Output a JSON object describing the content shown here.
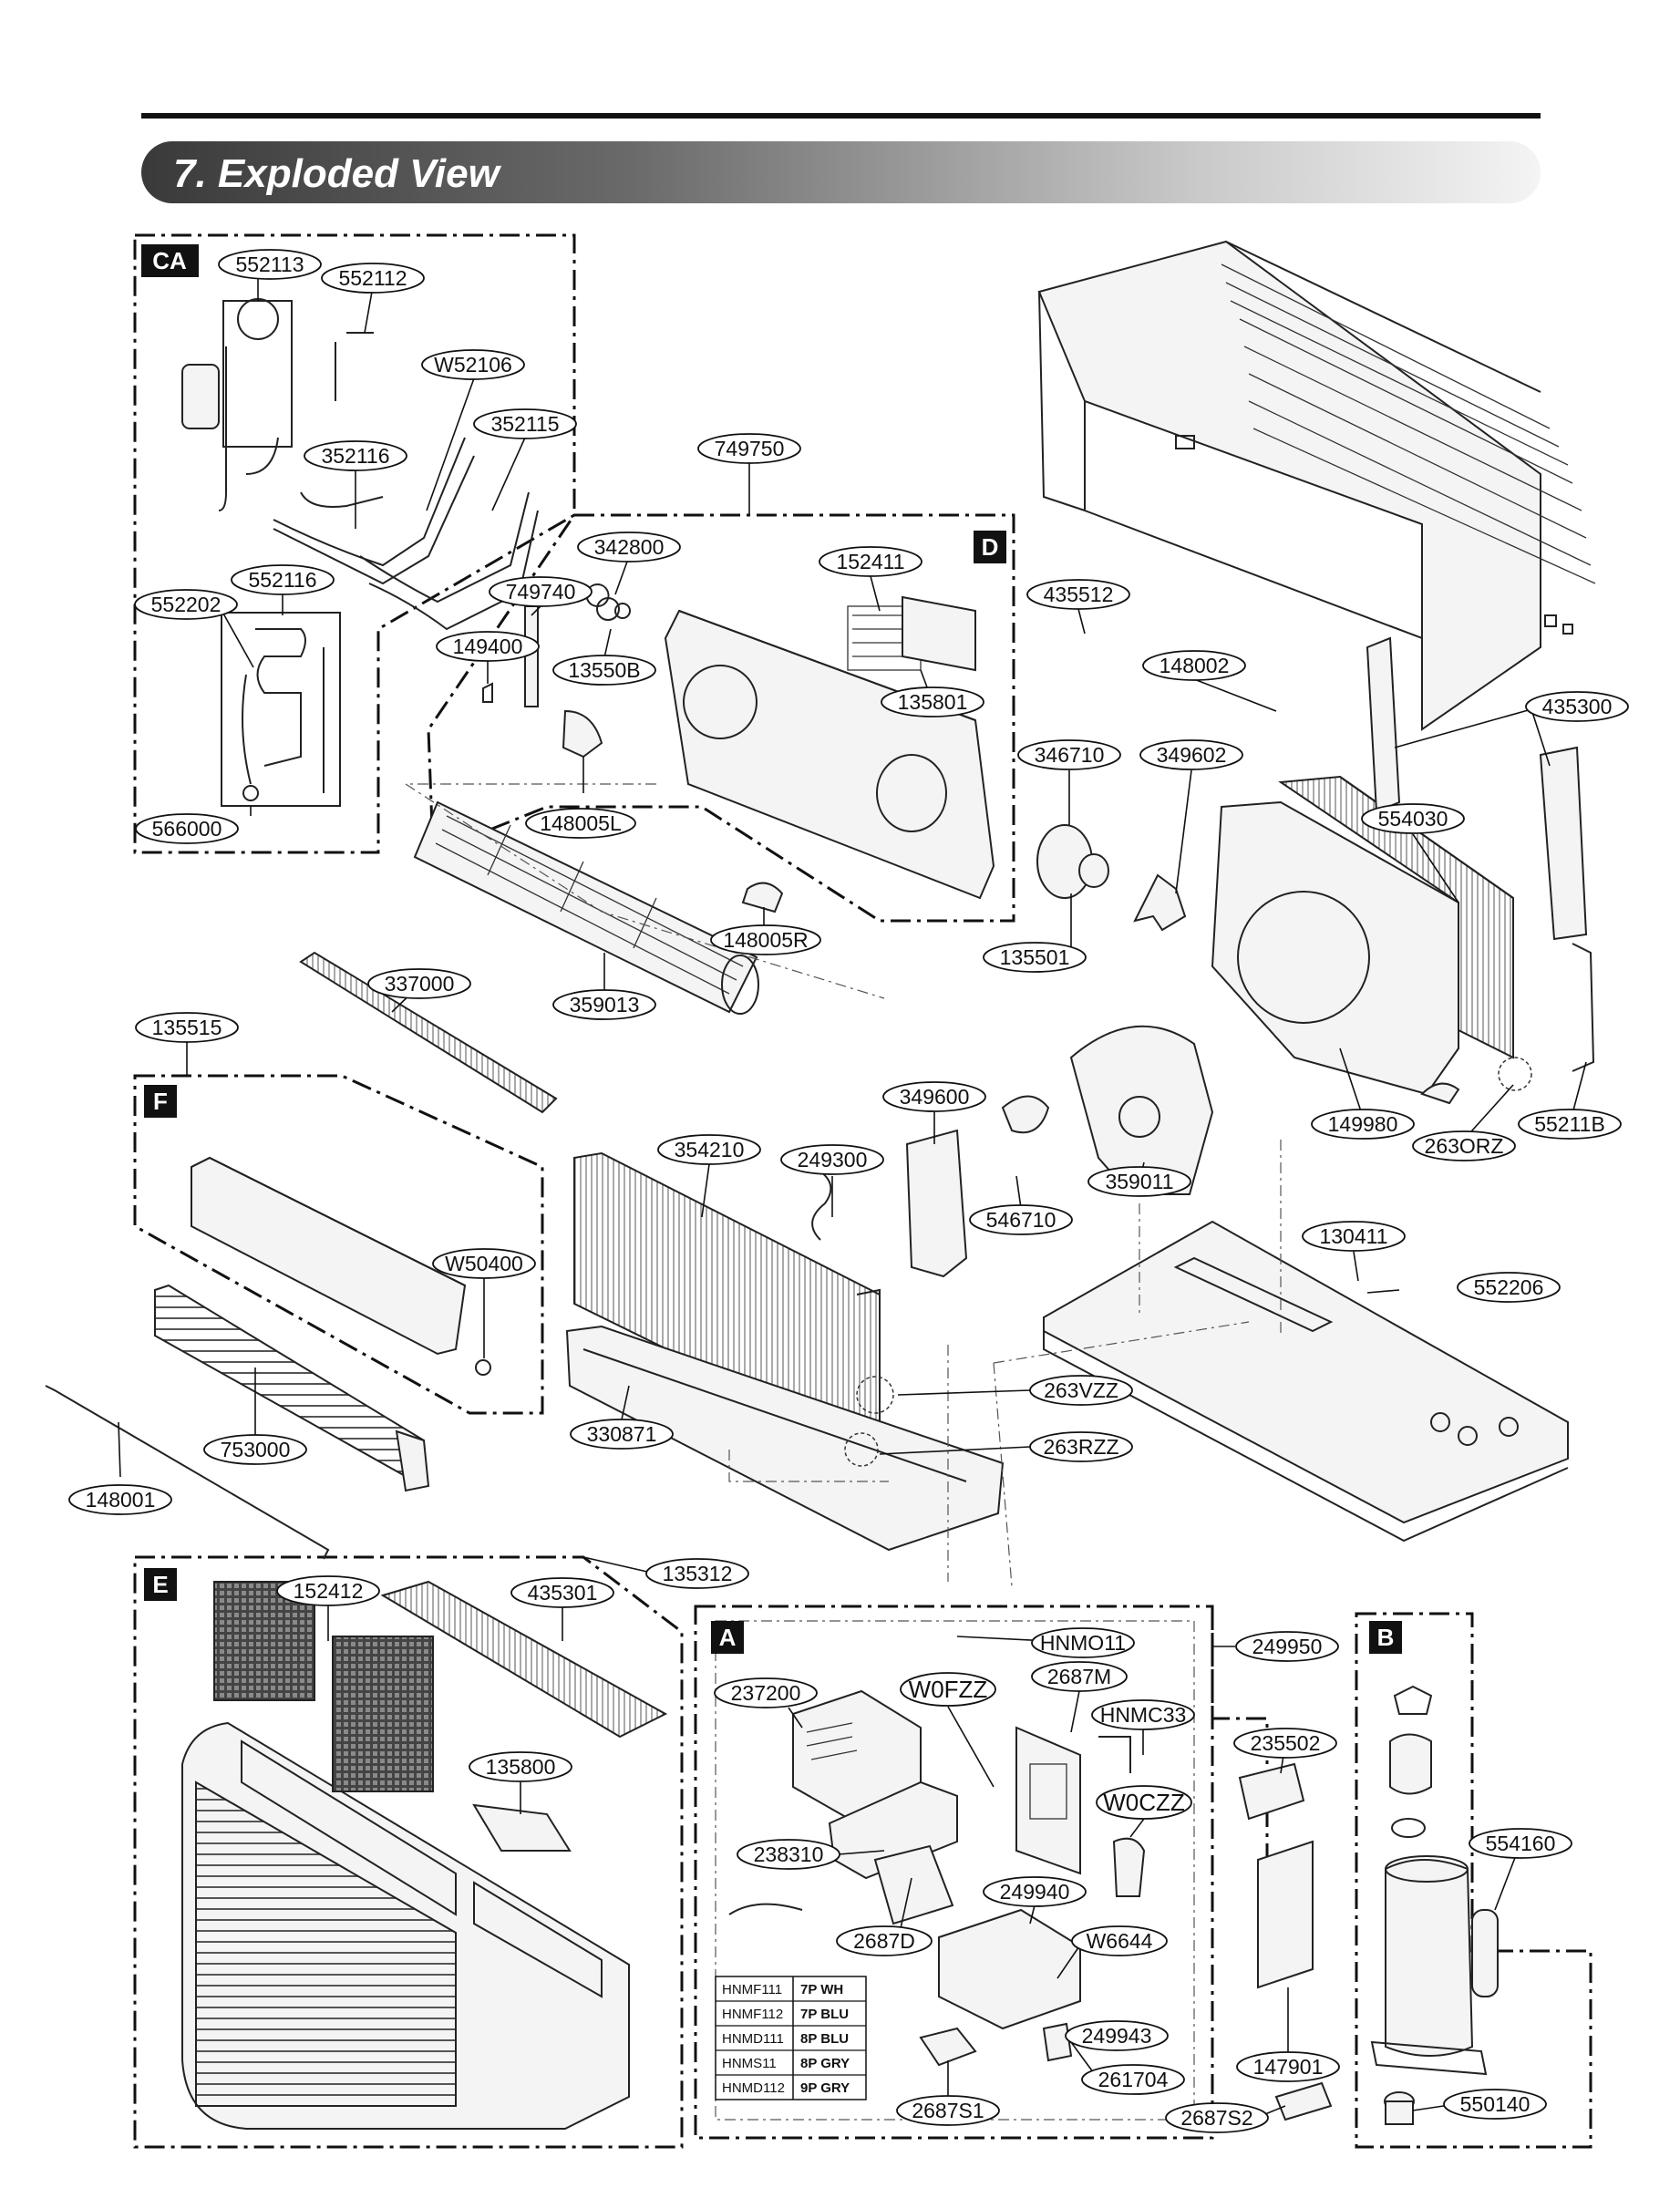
{
  "title": "7. Exploded View",
  "sections": {
    "CA": "CA",
    "D": "D",
    "F": "F",
    "E": "E",
    "A": "A",
    "B": "B"
  },
  "part_labels": {
    "p552113": "552113",
    "p552112": "552112",
    "pW52106": "W52106",
    "p352115": "352115",
    "p352116": "352116",
    "p552116": "552116",
    "p552202": "552202",
    "p566000": "566000",
    "p749750": "749750",
    "p342800": "342800",
    "p749740": "749740",
    "p149400": "149400",
    "p13550B": "13550B",
    "p152411": "152411",
    "p135801": "135801",
    "p148005L": "148005L",
    "p148005R": "148005R",
    "p359013": "359013",
    "p435512": "435512",
    "p148002": "148002",
    "p435300": "435300",
    "p346710": "346710",
    "p349602": "349602",
    "p554030": "554030",
    "p135501": "135501",
    "p337000": "337000",
    "p135515": "135515",
    "p349600": "349600",
    "p149980": "149980",
    "p263ORZ": "263ORZ",
    "p55211B": "55211B",
    "p354210": "354210",
    "p249300": "249300",
    "p546710": "546710",
    "p359011": "359011",
    "p130411": "130411",
    "pW50400": "W50400",
    "p552206": "552206",
    "p263VZZ": "263VZZ",
    "p263RZZ": "263RZZ",
    "p753000": "753000",
    "p330871": "330871",
    "p148001": "148001",
    "p135312": "135312",
    "p152412": "152412",
    "p435301": "435301",
    "p135800": "135800",
    "pHNMO11": "HNMO11",
    "p249950": "249950",
    "p237200": "237200",
    "pW0FZZ": "W0FZZ",
    "p2687M": "2687M",
    "pHNMC33": "HNMC33",
    "p235502": "235502",
    "pW0CZZ": "W0CZZ",
    "p238310": "238310",
    "p249940": "249940",
    "p2687D": "2687D",
    "pW6644": "W6644",
    "p554160": "554160",
    "p147901": "147901",
    "p249943": "249943",
    "p261704": "261704",
    "p2687S1": "2687S1",
    "p2687S2": "2687S2",
    "p550140": "550140"
  },
  "harness_table": [
    {
      "code": "HNMF111",
      "desc": "7P WH"
    },
    {
      "code": "HNMF112",
      "desc": "7P BLU"
    },
    {
      "code": "HNMD111",
      "desc": "8P BLU"
    },
    {
      "code": "HNMS11",
      "desc": "8P GRY"
    },
    {
      "code": "HNMD112",
      "desc": "9P GRY"
    }
  ]
}
